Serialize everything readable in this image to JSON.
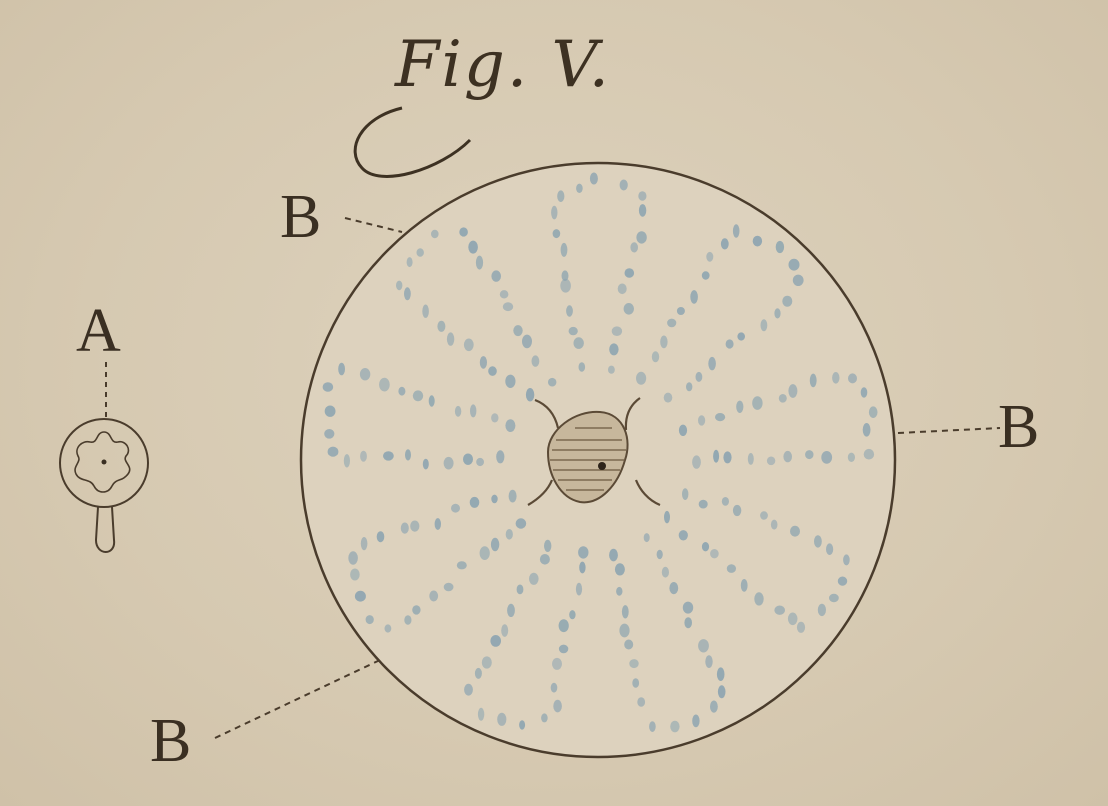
{
  "figure": {
    "title": "Fig. V.",
    "labels": {
      "a": "A",
      "b_top_left": "B",
      "b_right": "B",
      "b_bottom_left": "B"
    }
  },
  "colors": {
    "paper": "#d9cdb7",
    "ink": "#3a2f22",
    "granule_blue": "#8aa3b0",
    "nucleus_ink": "#5b4a36"
  }
}
